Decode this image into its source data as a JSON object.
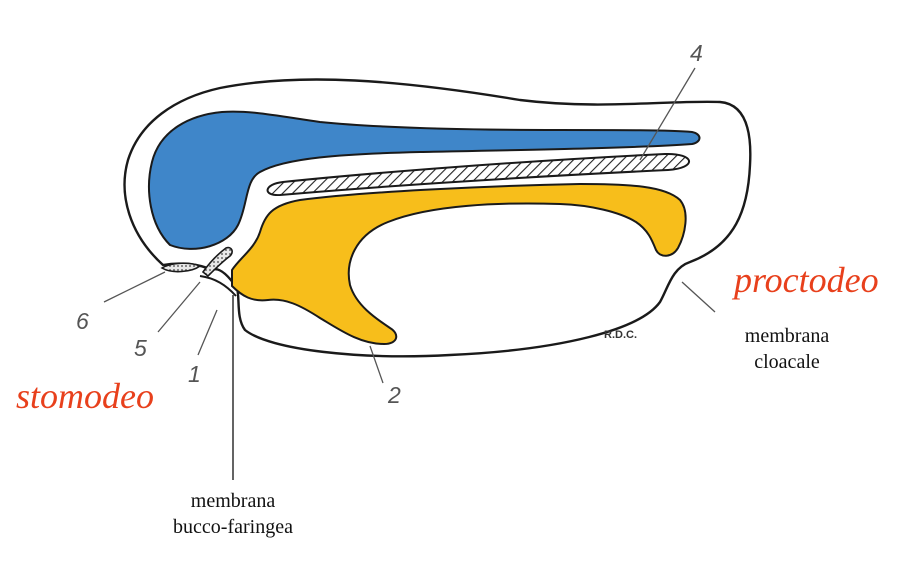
{
  "labels": {
    "n1": "1",
    "n2": "2",
    "n4": "4",
    "n5": "5",
    "n6": "6",
    "stomodeo": "stomodeo",
    "proctodeo": "proctodeo",
    "bucco_line1": "membrana",
    "bucco_line2": "bucco-faringea",
    "cloac_line1": "membrana",
    "cloac_line2": "cloacale",
    "signature": "R.D.C."
  },
  "colors": {
    "neural": "#3f86c9",
    "gut": "#f7be1b",
    "outline": "#1a1a1a",
    "accent": "#e8401c"
  }
}
